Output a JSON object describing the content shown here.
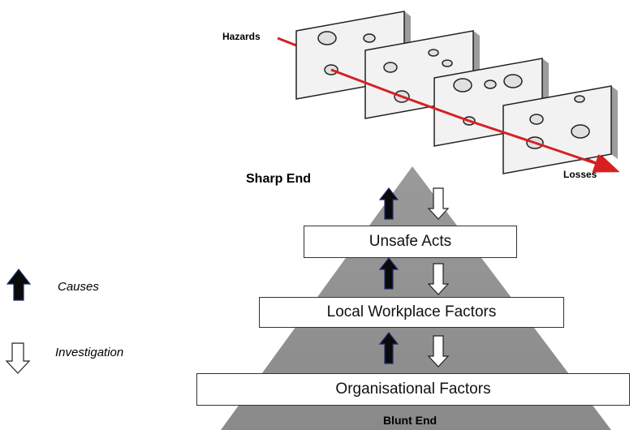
{
  "swiss_cheese": {
    "hazards_label": "Hazards",
    "losses_label": "Losses",
    "arrow_color": "#d62020"
  },
  "pyramid": {
    "top_label": "Sharp End",
    "bottom_label": "Blunt End",
    "fill_color": "#a0a0a0",
    "layers": [
      {
        "label": "Unsafe Acts"
      },
      {
        "label": "Local Workplace Factors"
      },
      {
        "label": "Organisational Factors"
      }
    ]
  },
  "legend": {
    "causes_label": "Causes",
    "investigation_label": "Investigation",
    "causes_arrow_color": "#0a0a0a",
    "investigation_arrow_color": "#ffffff"
  }
}
